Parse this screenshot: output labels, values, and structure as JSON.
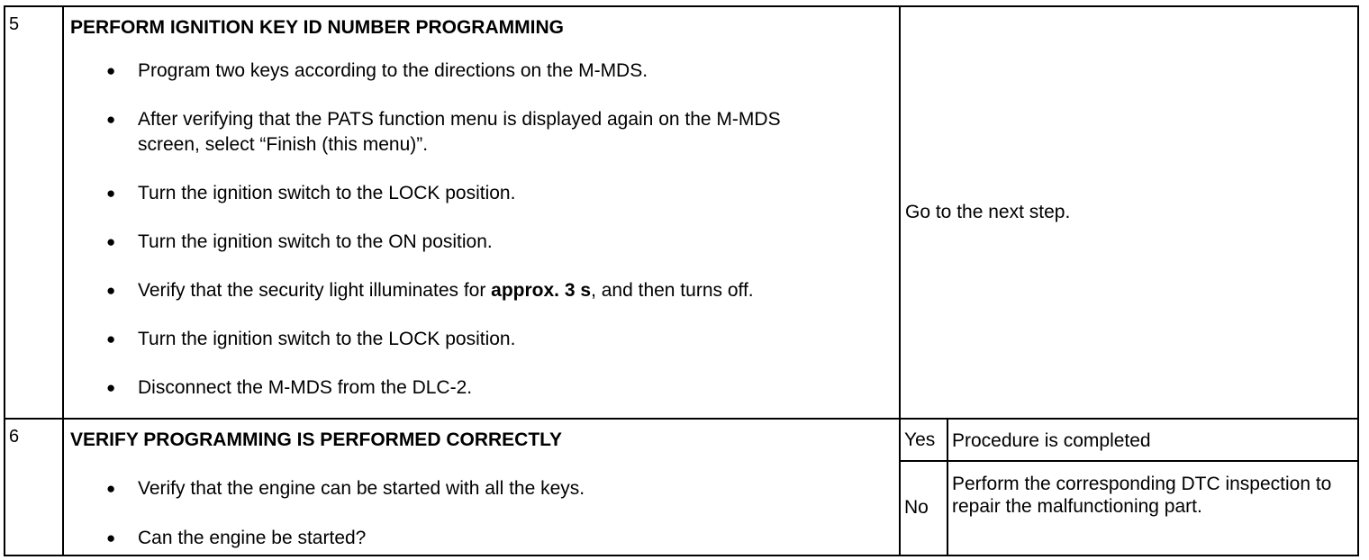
{
  "steps": [
    {
      "number": "5",
      "title": "PERFORM IGNITION KEY ID NUMBER PROGRAMMING",
      "items": [
        "Program two keys according to the directions on the M-MDS.",
        "After verifying that the PATS function menu is displayed again on the M-MDS screen, select “Finish (this menu)”.",
        "Turn the ignition switch to the LOCK position.",
        "Turn the ignition switch to the ON position.",
        {
          "before": "Verify that the security light illuminates for ",
          "bold": "approx. 3 s",
          "after": ", and then turns off."
        },
        "Turn the ignition switch to the LOCK position.",
        "Disconnect the M-MDS from the DLC-2."
      ],
      "action": "Go to the next step."
    },
    {
      "number": "6",
      "title": "VERIFY PROGRAMMING IS PERFORMED CORRECTLY",
      "items": [
        "Verify that the engine can be started with all the keys.",
        "Can the engine be started?"
      ],
      "yes_label": "Yes",
      "yes_action": "Procedure is completed",
      "no_label": "No",
      "no_action": "Perform the corresponding DTC inspection to repair the malfunctioning part."
    }
  ]
}
